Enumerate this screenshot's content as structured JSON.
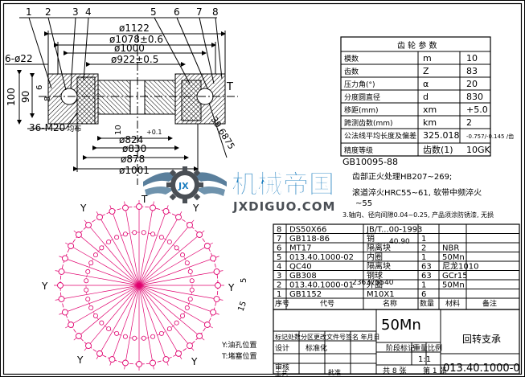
{
  "colors": {
    "outline": "#000000",
    "dimension": "#000000",
    "hole_pattern": "#e0006e",
    "hatch": "#000000",
    "logo_blue": "#1f7fc0",
    "logo_gear": "#4a4f55"
  },
  "section_view": {
    "part_numbers": [
      "1",
      "2",
      "3",
      "4",
      "5",
      "6",
      "7",
      "8"
    ],
    "dims": {
      "d1122": "ø1122",
      "d1078": "ø1078±0.6",
      "d1000": "ø1000",
      "d922": "ø922±0.5",
      "holes_left": "6-ø22",
      "h100": "100",
      "h90": "90",
      "h6": "6",
      "h8": "8",
      "tap": "36-M20",
      "tap_suffix": "均布",
      "t_label": "T",
      "ring_dim": "39.6875",
      "d824": "ø824",
      "d824_tol": "+0.1",
      "d830": "ø830",
      "d878": "ø878",
      "d1001": "ø1001",
      "h10": "10"
    }
  },
  "gear_params": {
    "title": "齿 轮 参 数",
    "rows": [
      {
        "name": "模数",
        "symbol": "m",
        "value": "10"
      },
      {
        "name": "齿数",
        "symbol": "Z",
        "value": "83"
      },
      {
        "name": "压力角(°)",
        "symbol": "α",
        "value": "20"
      },
      {
        "name": "分度圆直径",
        "symbol": "d",
        "value": "830"
      },
      {
        "name": "移距(mm)",
        "symbol": "xm",
        "value": "+5.0"
      },
      {
        "name": "跨测齿数(mm)",
        "symbol": "km",
        "value": "2"
      },
      {
        "name": "公法线平均长度及偏差",
        "symbol": "325.018",
        "value": "-0.757/-0.145 /齿"
      },
      {
        "name": "精度等级",
        "symbol": "齿数(1)",
        "value": "10GK"
      }
    ],
    "standard": "GB10095-88"
  },
  "notes": [
    "齿部正火处理HB207~269;",
    "滚道淬火HRC55~61, 软带中频淬火",
    "~55",
    "3.轴向、径向间隙0.04~0.25, 产品须涂防锈漆, 无损"
  ],
  "logo": {
    "cn": "机械帝国",
    "en": "JXDIGUO.COM",
    "emblem": "JX"
  },
  "hole_legend": {
    "y_label": "Y:油孔位置",
    "t_label": "T:堵塞位置",
    "y": "Y",
    "t": "T",
    "dim5": "5",
    "dim15": "15"
  },
  "bom": {
    "rows": [
      {
        "no": "8",
        "code": "DS50X66",
        "name": "JB/T...00-1993",
        "qty": "",
        "material": "",
        "remark": ""
      },
      {
        "no": "7",
        "code": "GB118-86",
        "name": "销",
        "qty": "1",
        "material": "",
        "remark": ""
      },
      {
        "no": "6",
        "code": "MT17",
        "name": "隔离块",
        "qty": "2",
        "material": "NBR",
        "remark": ""
      },
      {
        "no": "5",
        "code": "013.40.1000-02",
        "name": "内圈",
        "qty": "1",
        "material": "50Mn",
        "remark": ""
      },
      {
        "no": "4",
        "code": "QC40",
        "name": "隔离块",
        "qty": "63",
        "material": "尼龙1010",
        "remark": ""
      },
      {
        "no": "3",
        "code": "GB308",
        "name": "钢球",
        "qty": "63",
        "material": "GCr15",
        "remark": ""
      },
      {
        "no": "2",
        "code": "013.40.1000-01",
        "name": "外圈",
        "qty": "1",
        "material": "50Mn",
        "remark": ""
      },
      {
        "no": "1",
        "code": "GB1152",
        "name": "M10X1",
        "qty": "6",
        "material": "",
        "remark": ""
      }
    ],
    "overlay_a": "40.90",
    "overlay_b": "236375540",
    "header": {
      "no": "序号",
      "code": "代号",
      "name": "名称",
      "qty": "数量",
      "material": "材料",
      "remark": "备注"
    }
  },
  "title_block": {
    "material": "50Mn",
    "drawing_name": "回转支承",
    "drawing_number": "013.40.1000-0",
    "scale": "1:1",
    "stage_mark": "阶段标记",
    "weight": "重量",
    "scale_label": "比例",
    "sheets_total": "共 8 张",
    "sheet_no": "第 1 张",
    "rev_labels": "标记处数分区更改文件号签名 年月日",
    "design": "设计",
    "standardize": "标准化",
    "review": "审核",
    "process": "工艺",
    "approve": "批准"
  }
}
